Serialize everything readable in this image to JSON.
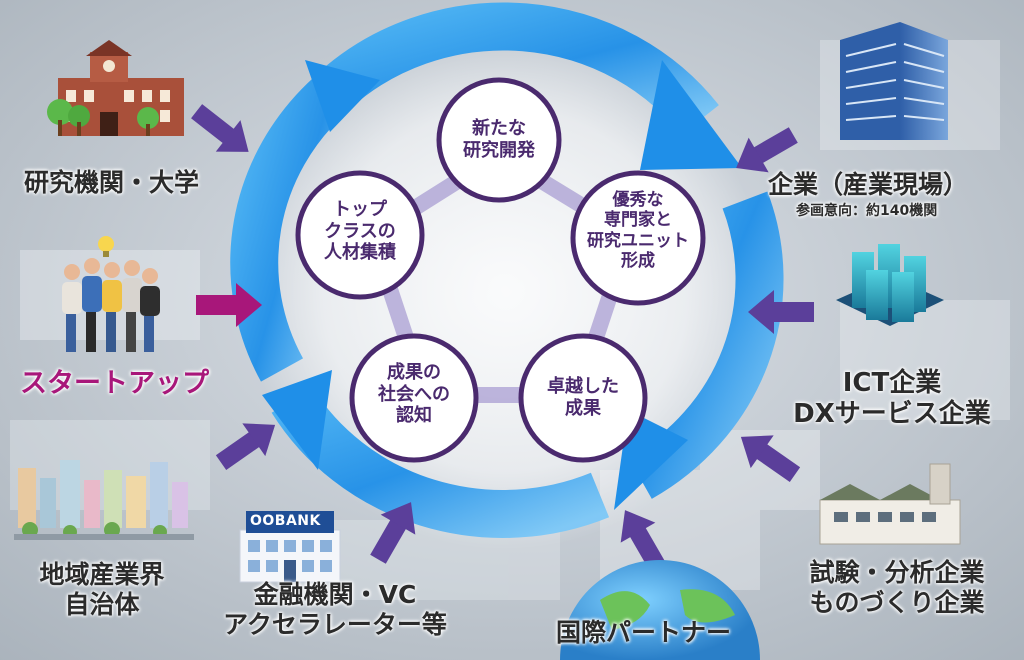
{
  "center_circles": [
    {
      "lines": [
        "新たな",
        "研究開発"
      ]
    },
    {
      "lines": [
        "優秀な",
        "専門家と",
        "研究ユニット",
        "形成"
      ]
    },
    {
      "lines": [
        "卓越した",
        "成果"
      ]
    },
    {
      "lines": [
        "成果の",
        "社会への",
        "認知"
      ]
    },
    {
      "lines": [
        "トップ",
        "クラスの",
        "人材集積"
      ]
    }
  ],
  "stakeholders": {
    "research": "研究機関・大学",
    "startup": "スタートアップ",
    "regional": {
      "line1": "地域産業界",
      "line2": "自治体"
    },
    "finance": {
      "line1": "金融機関・VC",
      "line2": "アクセラレーター等"
    },
    "international": "国際パートナー",
    "testing": {
      "line1": "試験・分析企業",
      "line2": "ものづくり企業"
    },
    "ict": {
      "line1": "ICT企業",
      "line2": "DXサービス企業"
    },
    "industry": {
      "title": "企業（産業現場）",
      "note": "参画意向：約140機関"
    }
  },
  "bank_sign": "OOBANK",
  "colors": {
    "circle_fill": "#ffffff",
    "circle_border": "#4a2a6e",
    "arrow_purple": "#5b3f9a",
    "arrow_startup": "#a8177a",
    "ring_blue": "#1f8fe8",
    "startup_text": "#a8177a"
  },
  "icons": [
    "university-icon",
    "team-icon",
    "city-icon",
    "bank-icon",
    "globe-icon",
    "factory-icon",
    "server-icon",
    "office-building-icon"
  ]
}
